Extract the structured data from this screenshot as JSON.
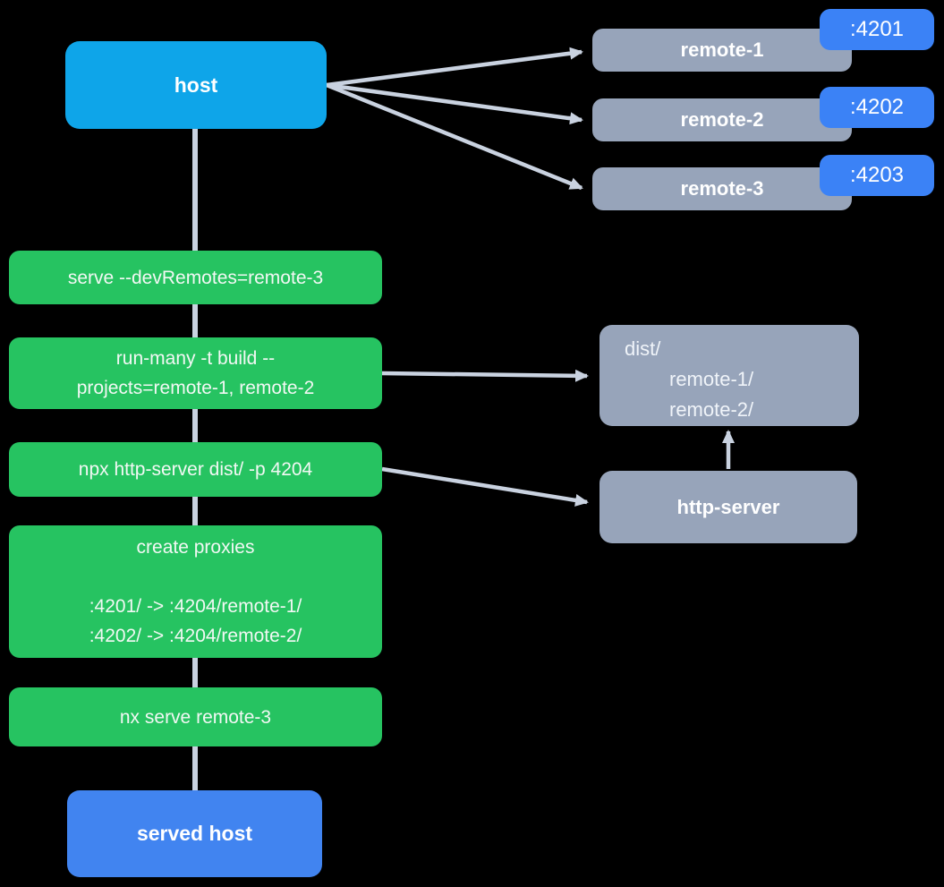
{
  "colors": {
    "background": "#000000",
    "host_cyan": "#0ea5e9",
    "command_green": "#26c361",
    "remote_gray": "#97a4ba",
    "badge_blue": "#3b82f6",
    "served_blue": "#4184f0",
    "connector_gray": "#c9d2e0",
    "text": "#ffffff"
  },
  "nodes": {
    "host": {
      "label": "host"
    },
    "served_host": {
      "label": "served host"
    },
    "http_server": {
      "label": "http-server"
    },
    "remotes": [
      {
        "label": "remote-1",
        "port": ":4201"
      },
      {
        "label": "remote-2",
        "port": ":4202"
      },
      {
        "label": "remote-3",
        "port": ":4203"
      }
    ],
    "dist": {
      "lines": [
        "dist/",
        "remote-1/",
        "remote-2/"
      ]
    },
    "commands": [
      {
        "lines": [
          "serve --devRemotes=remote-3"
        ]
      },
      {
        "lines": [
          "run-many -t build --",
          "projects=remote-1, remote-2"
        ]
      },
      {
        "lines": [
          "npx http-server dist/ -p 4204"
        ]
      },
      {
        "lines": [
          "create proxies",
          "",
          ":4201/ -> :4204/remote-1/",
          ":4202/ -> :4204/remote-2/"
        ]
      },
      {
        "lines": [
          "nx serve remote-3"
        ]
      }
    ]
  }
}
